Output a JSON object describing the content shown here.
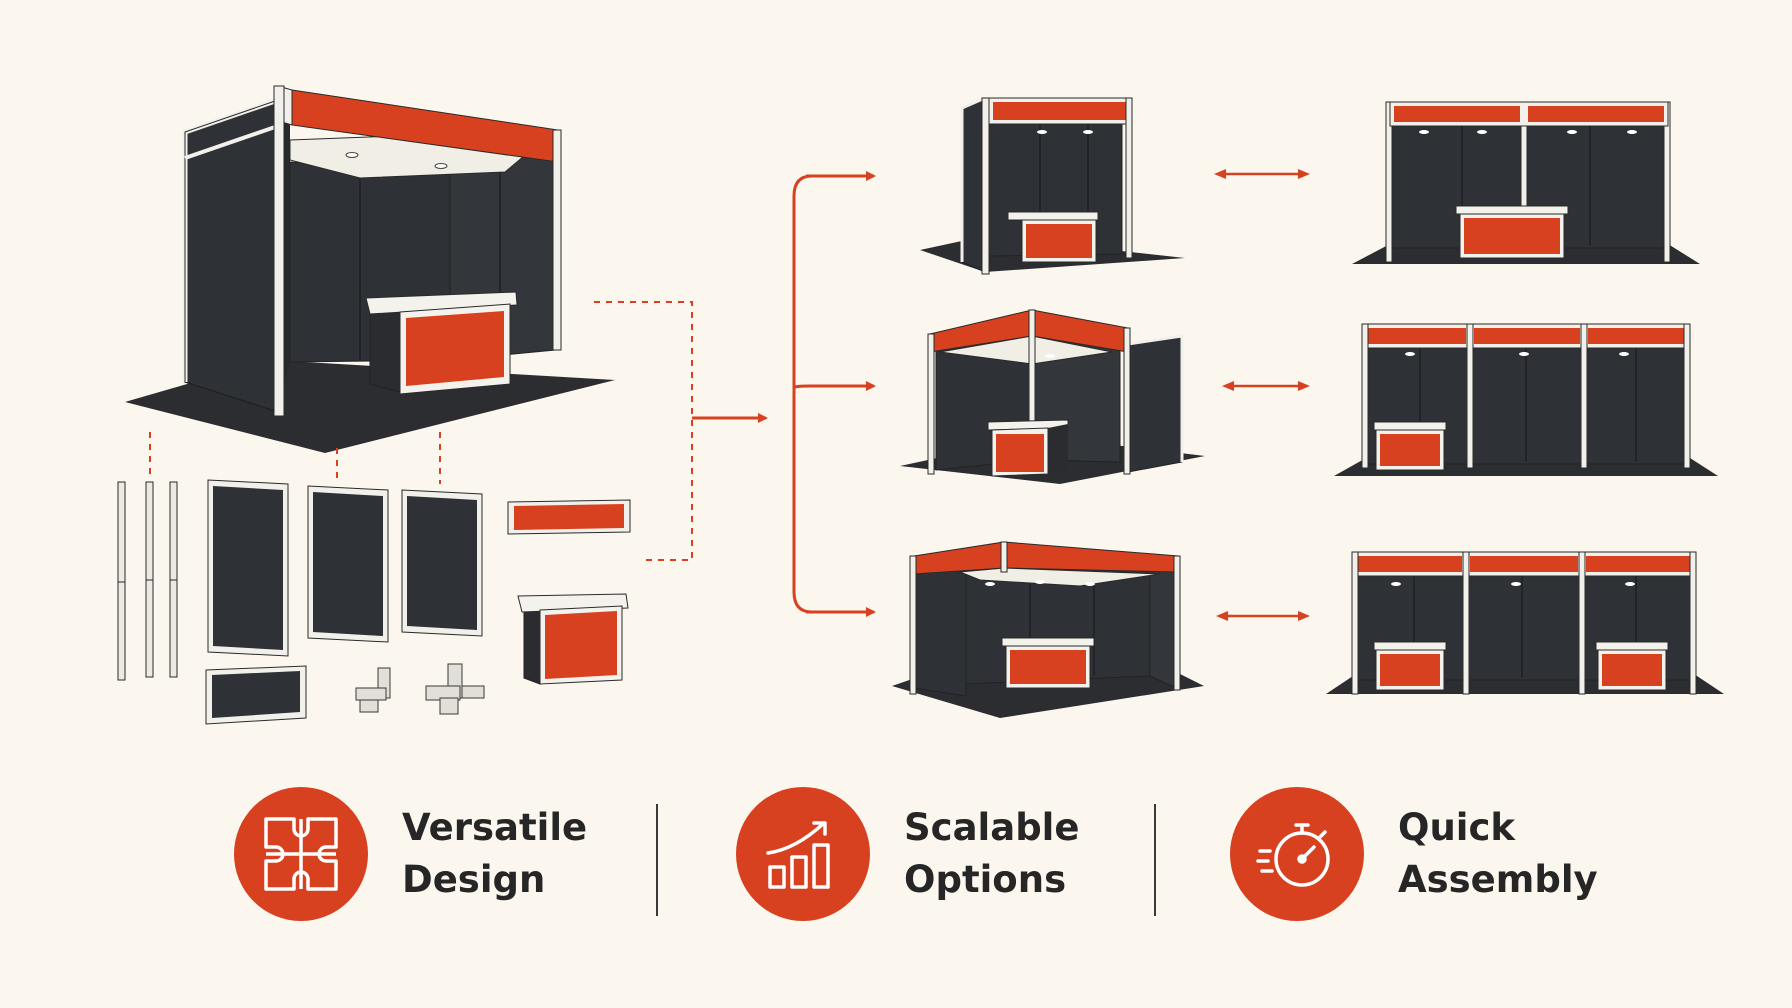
{
  "colors": {
    "background": "#FBF7EF",
    "accent": "#D8411F",
    "panel": "#2E3136",
    "frame": "#F2F0EA",
    "outline": "#2A2A2A"
  },
  "features": [
    {
      "icon": "puzzle-icon",
      "line1": "Versatile",
      "line2": "Design"
    },
    {
      "icon": "growth-chart-icon",
      "line1": "Scalable",
      "line2": "Options"
    },
    {
      "icon": "stopwatch-icon",
      "line1": "Quick",
      "line2": "Assembly"
    }
  ]
}
